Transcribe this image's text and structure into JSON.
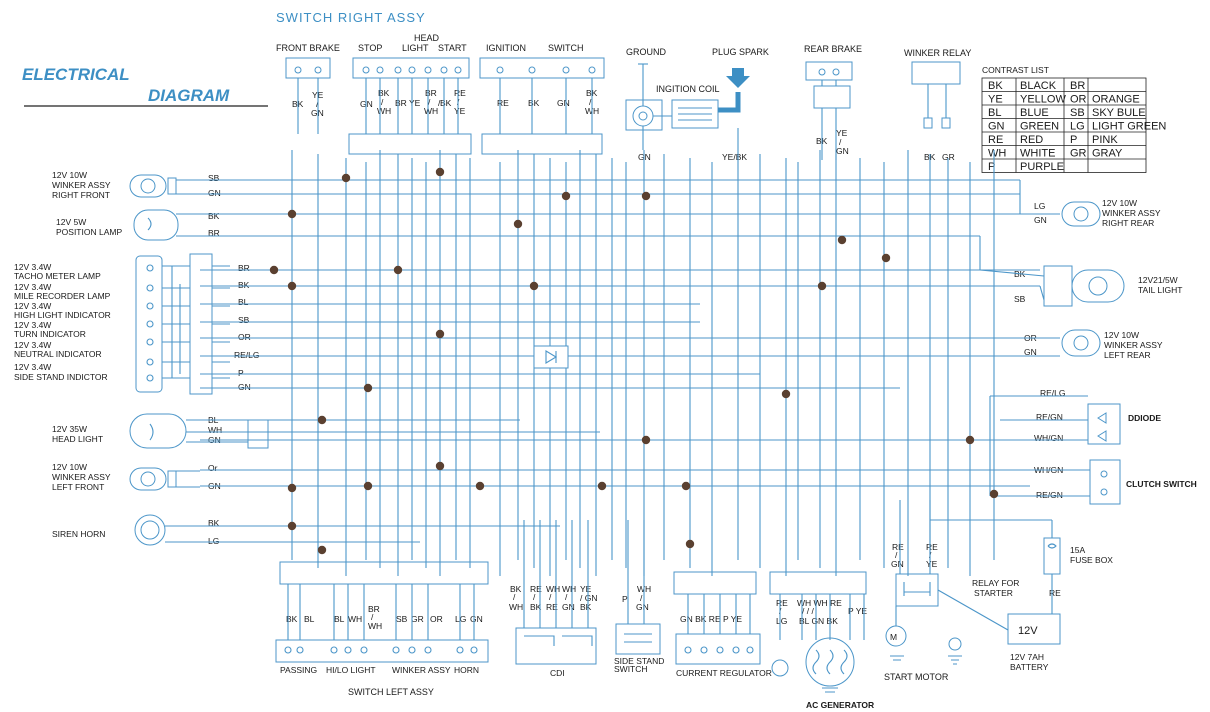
{
  "title_line1": "ELECTRICAL",
  "title_line2": "DIAGRAM",
  "top_title": "SWITCH RIGHT ASSY",
  "bottom_title": "SWITCH LEFT ASSY",
  "top_connectors": [
    {
      "name": "FRONT BRAKE",
      "wires": [
        "BK",
        "YE / GN"
      ]
    },
    {
      "name": "STOP",
      "wires": [
        "GN",
        "BK / WH",
        "BR"
      ]
    },
    {
      "name": "HEAD LIGHT",
      "wires": [
        "YE",
        "BR / WH",
        "BK"
      ]
    },
    {
      "name": "START",
      "wires": [
        "RE / YE"
      ]
    },
    {
      "name": "IGNITION",
      "wires": [
        "RE",
        "BK"
      ]
    },
    {
      "name": "SWITCH",
      "wires": [
        "GN",
        "BK / WH"
      ]
    },
    {
      "name": "GROUND",
      "wires": [
        "GN"
      ]
    },
    {
      "name": "PLUG SPARK",
      "wires": [
        "YE/BK"
      ]
    },
    {
      "name": "INGITION COIL",
      "wires": []
    },
    {
      "name": "REAR BRAKE",
      "wires": [
        "BK",
        "YE / GN"
      ]
    },
    {
      "name": "WINKER RELAY",
      "wires": [
        "BK",
        "GR"
      ]
    }
  ],
  "left_components": [
    {
      "label": "12V 10W",
      "sub": "WINKER ASSY",
      "sub2": "RIGHT FRONT",
      "wires": [
        "SB",
        "GN"
      ]
    },
    {
      "label": "12V 5W",
      "sub": "POSITION LAMP",
      "wires": [
        "BK",
        "BR"
      ]
    },
    {
      "label": "12V 3.4W",
      "sub": "TACHO METER LAMP",
      "wires": [
        "BR"
      ]
    },
    {
      "label": "12V 3.4W",
      "sub": "MILE RECORDER LAMP",
      "wires": [
        "BK"
      ]
    },
    {
      "label": "12V 3.4W",
      "sub": "HIGH LIGHT INDICATOR",
      "wires": [
        "BL"
      ]
    },
    {
      "label": "12V 3.4W",
      "sub": "TURN INDICATOR",
      "wires": [
        "SB"
      ]
    },
    {
      "label": "12V 3.4W",
      "sub": "NEUTRAL INDICATOR",
      "wires": [
        "OR"
      ]
    },
    {
      "label": "12V 3.4W",
      "sub": "SIDE STAND INDICTOR",
      "wires": [
        "RE/LG",
        "P",
        "GN"
      ]
    },
    {
      "label": "12V 35W",
      "sub": "HEAD LIGHT",
      "wires": [
        "BL",
        "WH",
        "GN"
      ]
    },
    {
      "label": "12V 10W",
      "sub": "WINKER ASSY",
      "sub2": "LEFT FRONT",
      "wires": [
        "Or",
        "GN"
      ]
    },
    {
      "label": "SIREN HORN",
      "wires": [
        "BK",
        "LG"
      ]
    }
  ],
  "right_components": [
    {
      "label": "12V 10W",
      "sub": "WINKER ASSY",
      "sub2": "RIGHT REAR",
      "wires": [
        "LG",
        "GN"
      ]
    },
    {
      "label": "12V21/5W",
      "sub": "TAIL LIGHT",
      "wires": [
        "BK",
        "SB"
      ]
    },
    {
      "label": "12V 10W",
      "sub": "WINKER ASSY",
      "sub2": "LEFT REAR",
      "wires": [
        "OR",
        "GN"
      ]
    },
    {
      "label": "DDIODE",
      "wires": [
        "RE/LG",
        "RE/GN",
        "WH/GN"
      ]
    },
    {
      "label": "CLUTCH SWITCH",
      "wires": [
        "WH/GN",
        "RE/GN"
      ]
    }
  ],
  "fuse": {
    "label": "15A",
    "sub": "FUSE BOX",
    "wire": "RE"
  },
  "relay": {
    "label": "RELAY FOR",
    "sub": "STARTER",
    "wires": [
      "RE / GN",
      "RE / YE"
    ]
  },
  "battery": {
    "voltage": "12V",
    "label": "12V 7AH",
    "sub": "BATTERY"
  },
  "start_motor": {
    "label": "START MOTOR",
    "symbol": "M"
  },
  "bottom_components": [
    {
      "label": "PASSING",
      "wires": [
        "BK",
        "BL"
      ]
    },
    {
      "label": "HI/LO LIGHT",
      "wires": [
        "BL",
        "WH",
        "BR / WH"
      ]
    },
    {
      "label": "WINKER ASSY",
      "wires": [
        "SB",
        "GR",
        "OR"
      ]
    },
    {
      "label": "HORN",
      "wires": [
        "LG",
        "GN"
      ]
    },
    {
      "label": "CDI",
      "wires": [
        "BK / WH",
        "RE / BK",
        "WH / RE",
        "WH / GN",
        "YE / BK",
        "/ GN"
      ]
    },
    {
      "label": "SIDE STAND",
      "sub": "SWITCH",
      "wires": [
        "P",
        "WH / GN"
      ]
    },
    {
      "label": "CURRENT REGULATOR",
      "wires": [
        "GN",
        "BK",
        "RE",
        "P",
        "YE"
      ]
    },
    {
      "label": "AC GENERATOR",
      "wires": [
        "RE / LG",
        "WH / BL",
        "WH / GN",
        "RE / BK",
        "P",
        "YE"
      ]
    }
  ],
  "contrast_list": {
    "title": "CONTRAST LIST",
    "rows": [
      [
        "BK",
        "BLACK",
        "BR",
        ""
      ],
      [
        "YE",
        "YELLOW",
        "OR",
        "ORANGE"
      ],
      [
        "BL",
        "BLUE",
        "SB",
        "SKY BULE"
      ],
      [
        "GN",
        "GREEN",
        "LG",
        "LIGHT GREEN"
      ],
      [
        "RE",
        "RED",
        "P",
        "PINK"
      ],
      [
        "WH",
        "WHITE",
        "GR",
        "GRAY"
      ],
      [
        "P",
        "PURPLE",
        "",
        ""
      ]
    ]
  },
  "colors": {
    "wire": "#4c96c9",
    "title": "#3d8fc4",
    "junction": "#5a4030"
  }
}
